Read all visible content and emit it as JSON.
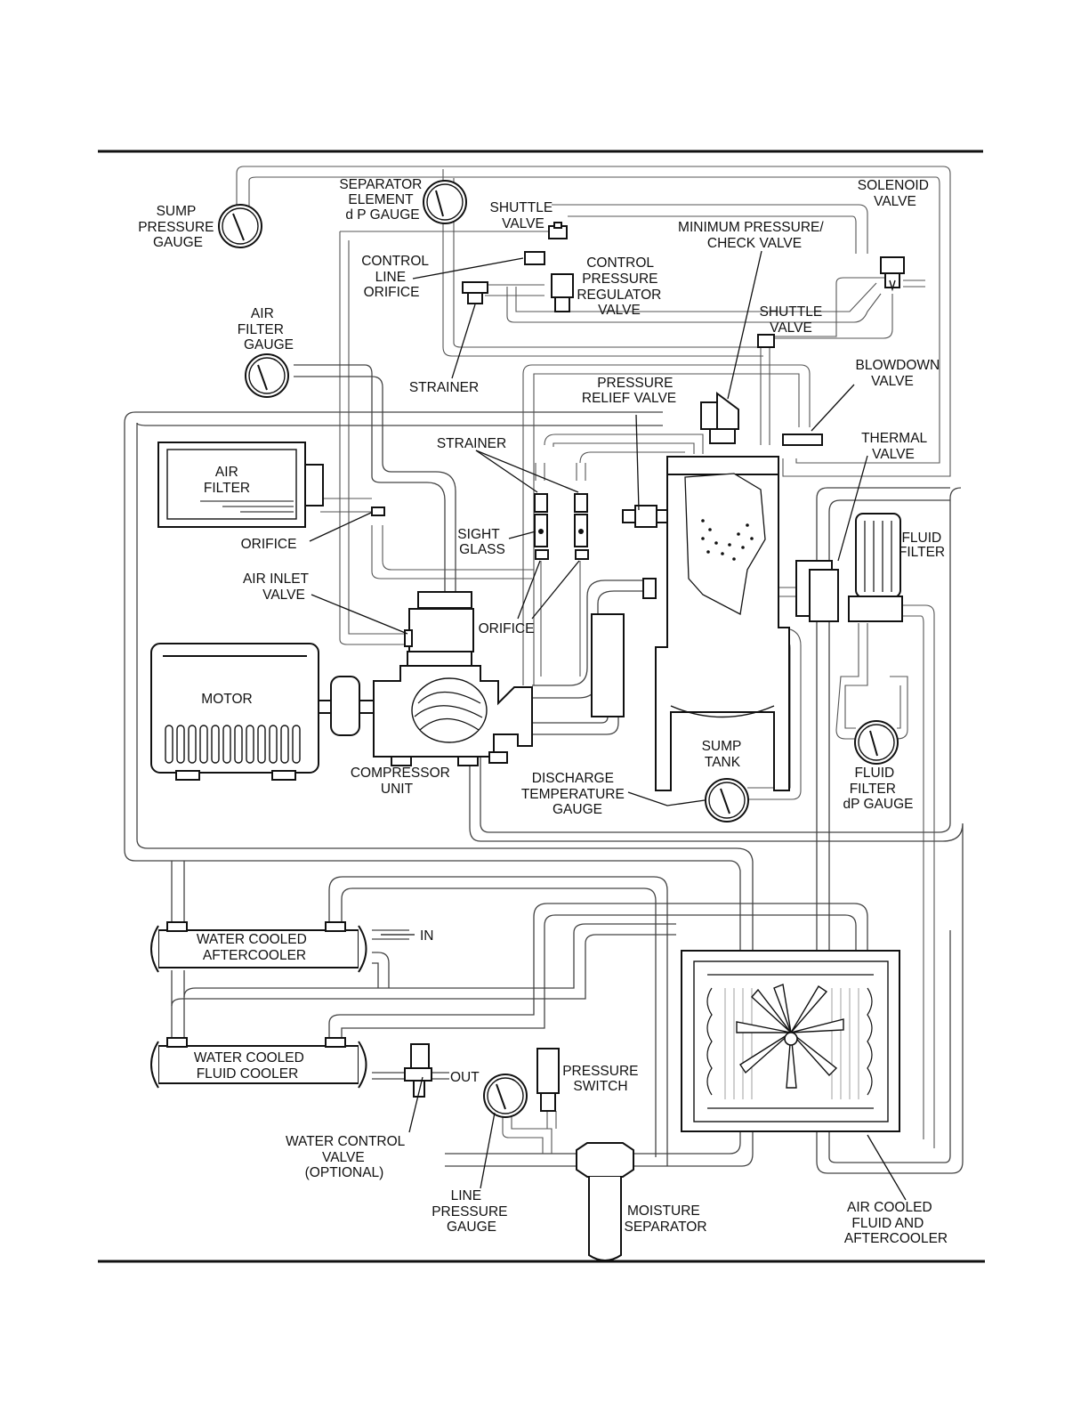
{
  "labels": {
    "sump_pressure_gauge": [
      "SUMP",
      "PRESSURE",
      "GAUGE"
    ],
    "separator_dp_gauge": [
      "SEPARATOR",
      "ELEMENT",
      "d P GAUGE"
    ],
    "shuttle_valve_top": [
      "SHUTTLE",
      "VALVE"
    ],
    "solenoid_valve": [
      "SOLENOID",
      "VALVE"
    ],
    "minimum_pressure_valve": [
      "MINIMUM PRESSURE/",
      "CHECK VALVE"
    ],
    "control_line_orifice": [
      "CONTROL",
      "LINE",
      "ORIFICE"
    ],
    "control_pressure_regulator": [
      "CONTROL",
      "PRESSURE",
      "REGULATOR",
      "VALVE"
    ],
    "shuttle_valve_right": [
      "SHUTTLE",
      "VALVE"
    ],
    "air_filter_gauge": [
      "AIR",
      "FILTER",
      "GAUGE"
    ],
    "strainer_top": [
      "STRAINER"
    ],
    "pressure_relief_valve": [
      "PRESSURE",
      "RELIEF VALVE"
    ],
    "blowdown_valve": [
      "BLOWDOWN",
      "VALVE"
    ],
    "strainer_mid": [
      "STRAINER"
    ],
    "thermal_valve": [
      "THERMAL",
      "VALVE"
    ],
    "air_filter": [
      "AIR",
      "FILTER"
    ],
    "fluid_filter": [
      "FLUID",
      "FILTER"
    ],
    "orifice_left": [
      "ORIFICE"
    ],
    "sight_glass": [
      "SIGHT",
      "GLASS"
    ],
    "air_inlet_valve": [
      "AIR INLET",
      "VALVE"
    ],
    "orifice_mid": [
      "ORIFICE"
    ],
    "motor": [
      "MOTOR"
    ],
    "sump_tank": [
      "SUMP",
      "TANK"
    ],
    "compressor_unit": [
      "COMPRESSOR",
      "UNIT"
    ],
    "discharge_temperature_gauge": [
      "DISCHARGE",
      "TEMPERATURE",
      "GAUGE"
    ],
    "fluid_filter_dp_gauge": [
      "FLUID",
      "FILTER",
      "dP GAUGE"
    ],
    "water_cooled_aftercooler": [
      "WATER COOLED",
      "AFTERCOOLER"
    ],
    "water_in": [
      "IN"
    ],
    "water_cooled_fluid_cooler": [
      "WATER COOLED",
      "FLUID COOLER"
    ],
    "water_out": [
      "OUT"
    ],
    "pressure_switch": [
      "PRESSURE",
      "SWITCH"
    ],
    "water_control_valve": [
      "WATER CONTROL",
      "VALVE",
      "(OPTIONAL)"
    ],
    "line_pressure_gauge": [
      "LINE",
      "PRESSURE",
      "GAUGE"
    ],
    "moisture_separator": [
      "MOISTURE",
      "SEPARATOR"
    ],
    "air_cooled_fluid_aftercooler": [
      "AIR COOLED",
      "FLUID AND",
      "AFTERCOOLER"
    ]
  }
}
